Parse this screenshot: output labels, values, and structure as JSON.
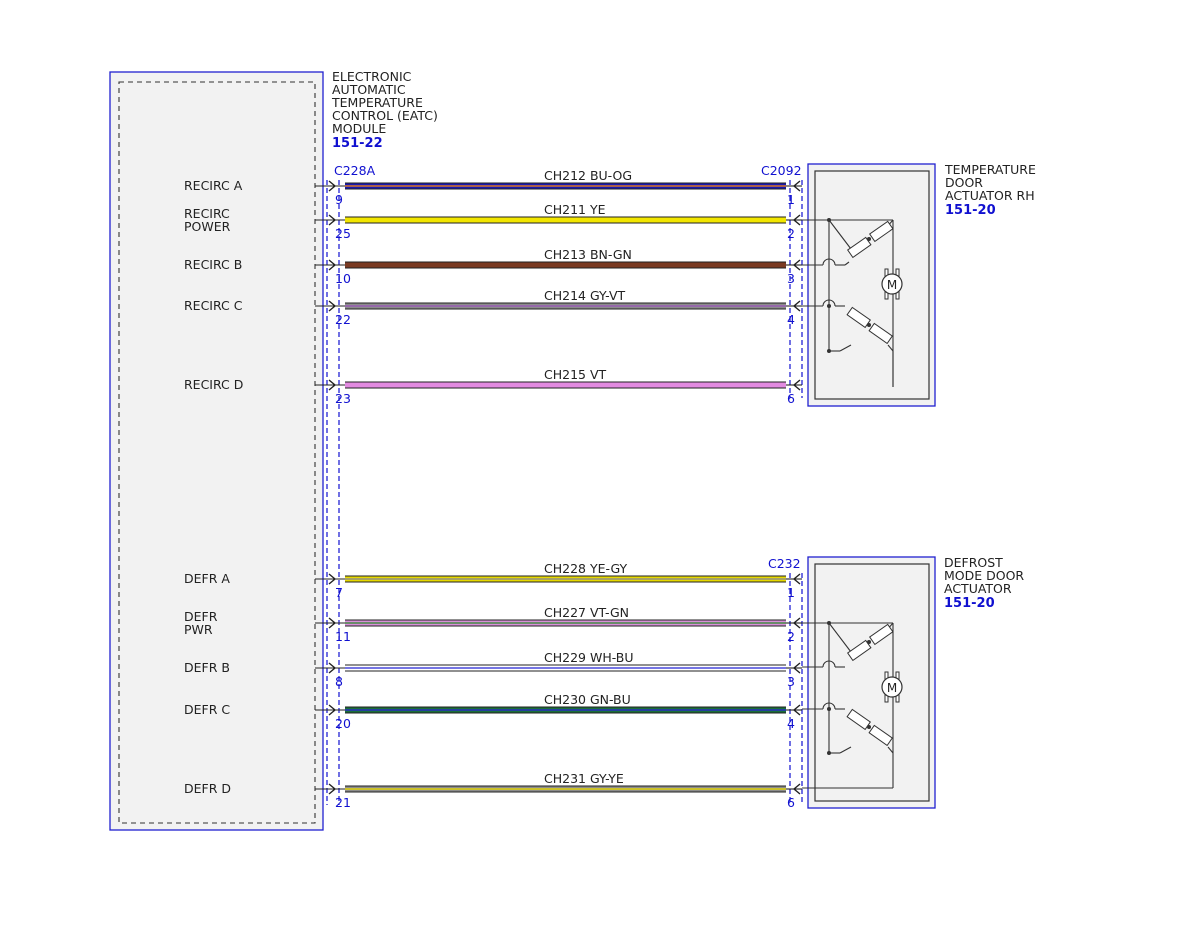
{
  "colors": {
    "outline_blue": "#2020d0",
    "pin_blue": "#1010d0",
    "module_fill": "#f2f2f2",
    "wire": {
      "BU-OG": [
        "#1a1ab0",
        "#e87d1e"
      ],
      "YE": [
        "#f2e600",
        "#f2e600"
      ],
      "BN-GN": [
        "#7a3a22",
        "#7a3a22"
      ],
      "GY-VT": [
        "#8c8c8c",
        "#9a5ab8"
      ],
      "VT": [
        "#e28ae0",
        "#e28ae0"
      ],
      "YE-GY": [
        "#e6d800",
        "#8c8c8c"
      ],
      "VT-GN": [
        "#d890d8",
        "#3a8a3a"
      ],
      "WH-BU": [
        "#ffffff",
        "#3a3ad8"
      ],
      "GN-BU": [
        "#1a6e3a",
        "#2a2ac8"
      ],
      "GY-YE": [
        "#8c8c8c",
        "#e6d800"
      ]
    }
  },
  "module": {
    "name_lines": [
      "ELECTRONIC",
      "AUTOMATIC",
      "TEMPERATURE",
      "CONTROL (EATC)",
      "MODULE"
    ],
    "ref": "151-22",
    "connector": "C228A"
  },
  "temp_actuator": {
    "name_lines": [
      "TEMPERATURE",
      "DOOR",
      "ACTUATOR RH"
    ],
    "ref": "151-20",
    "connector": "C2092",
    "motor": "M"
  },
  "defrost_actuator": {
    "name_lines": [
      "DEFROST",
      "MODE DOOR",
      "ACTUATOR"
    ],
    "ref": "151-20",
    "connector": "C232",
    "motor": "M"
  },
  "circuits": [
    {
      "signal_lines": [
        "RECIRC A"
      ],
      "circuit": "CH212",
      "color": "BU-OG",
      "module_pin": "9",
      "actuator_pin": "1"
    },
    {
      "signal_lines": [
        "RECIRC",
        "POWER"
      ],
      "circuit": "CH211",
      "color": "YE",
      "module_pin": "25",
      "actuator_pin": "2"
    },
    {
      "signal_lines": [
        "RECIRC B"
      ],
      "circuit": "CH213",
      "color": "BN-GN",
      "module_pin": "10",
      "actuator_pin": "3"
    },
    {
      "signal_lines": [
        "RECIRC C"
      ],
      "circuit": "CH214",
      "color": "GY-VT",
      "module_pin": "22",
      "actuator_pin": "4"
    },
    {
      "signal_lines": [
        "RECIRC D"
      ],
      "circuit": "CH215",
      "color": "VT",
      "module_pin": "23",
      "actuator_pin": "6"
    },
    {
      "signal_lines": [
        "DEFR A"
      ],
      "circuit": "CH228",
      "color": "YE-GY",
      "module_pin": "7",
      "actuator_pin": "1"
    },
    {
      "signal_lines": [
        "DEFR",
        "PWR"
      ],
      "circuit": "CH227",
      "color": "VT-GN",
      "module_pin": "11",
      "actuator_pin": "2"
    },
    {
      "signal_lines": [
        "DEFR B"
      ],
      "circuit": "CH229",
      "color": "WH-BU",
      "module_pin": "8",
      "actuator_pin": "3"
    },
    {
      "signal_lines": [
        "DEFR C"
      ],
      "circuit": "CH230",
      "color": "GN-BU",
      "module_pin": "20",
      "actuator_pin": "4"
    },
    {
      "signal_lines": [
        "DEFR D"
      ],
      "circuit": "CH231",
      "color": "GY-YE",
      "module_pin": "21",
      "actuator_pin": "6"
    }
  ]
}
